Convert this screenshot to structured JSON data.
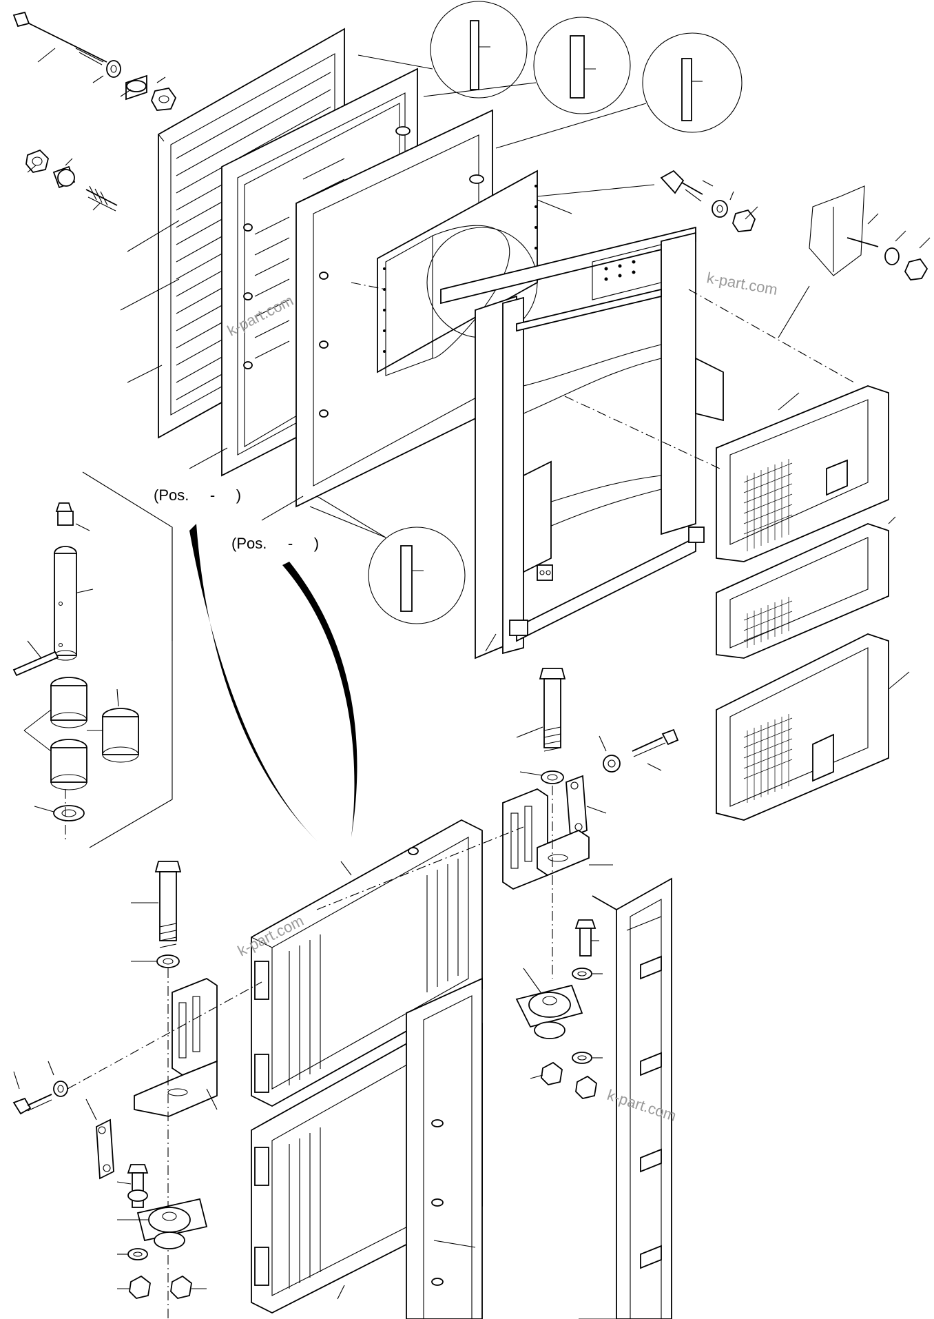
{
  "callouts": [
    {
      "id": "callout-pos-left",
      "text": "(Pos.     -     )"
    },
    {
      "id": "callout-pos-right",
      "text": "(Pos.     -     )"
    }
  ],
  "watermarks": [
    "k-part.com",
    "k-part.com",
    "k-part.com",
    "k-part.com"
  ]
}
